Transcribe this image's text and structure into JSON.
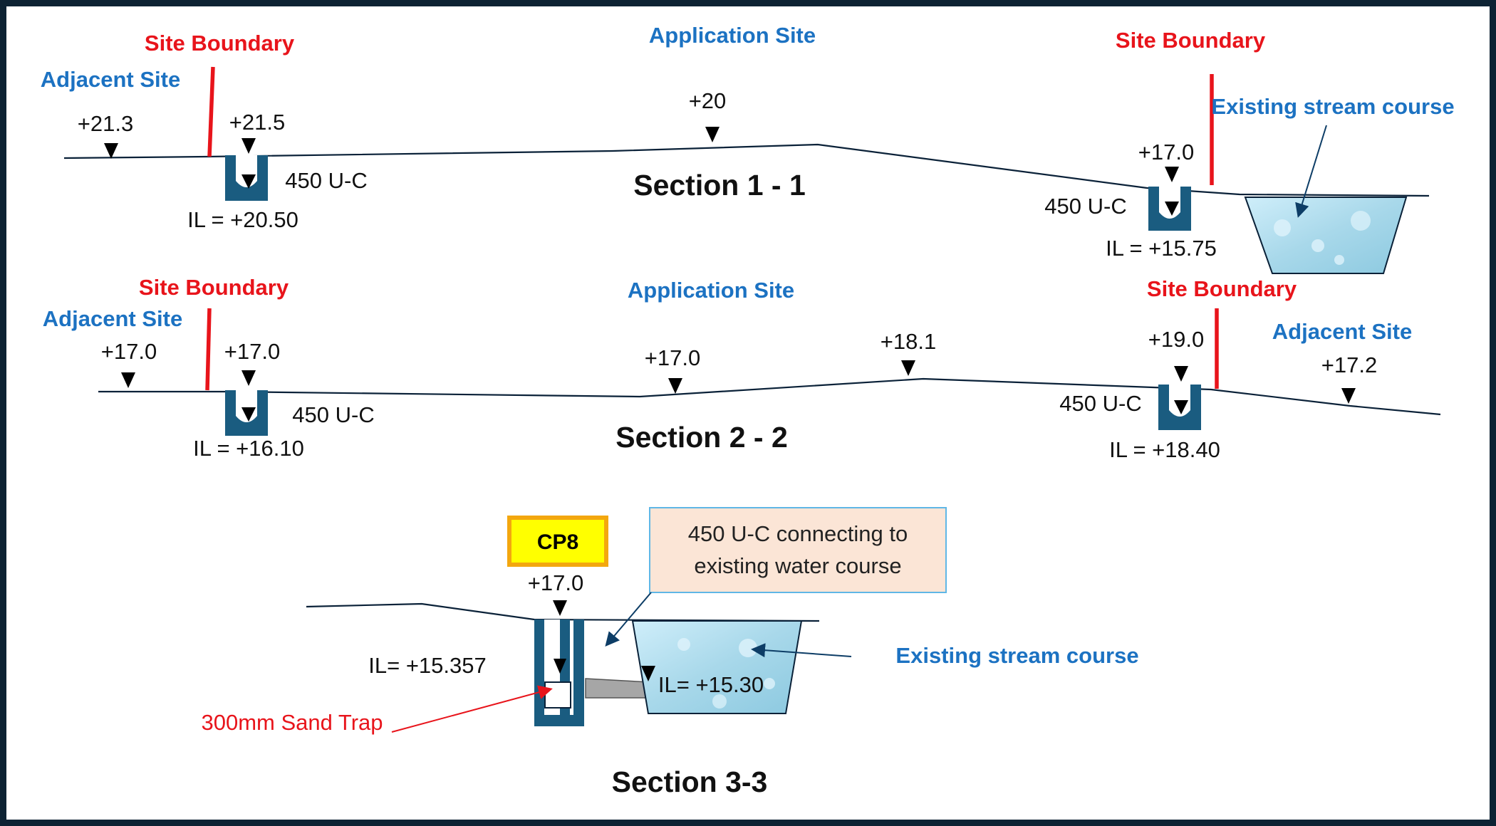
{
  "colors": {
    "frame": "#0d2233",
    "site_boundary": "#e8141b",
    "site_label": "#1c72c2",
    "channel": "#1a5c80",
    "water": "#a8d8ea",
    "callout_fill": "#fbe5d6",
    "callout_border": "#5fb7e6",
    "cp_fill": "#ffff00",
    "cp_border": "#f3a70f"
  },
  "icons": {
    "level_marker": "downward-triangle",
    "u_channel": "u-channel-section",
    "stream": "trapezoid-water-body"
  },
  "section1": {
    "title": "Section 1 - 1",
    "labels": {
      "site_boundary_left": "Site Boundary",
      "site_boundary_right": "Site Boundary",
      "application_site": "Application Site",
      "adjacent_site": "Adjacent Site",
      "existing_stream": "Existing stream course"
    },
    "levels": {
      "adjacent": "+21.3",
      "channel_left": "+21.5",
      "crest": "+20",
      "channel_right": "+17.0"
    },
    "channels": {
      "left_size": "450 U-C",
      "left_il": "IL = +20.50",
      "right_size": "450 U-C",
      "right_il": "IL = +15.75"
    }
  },
  "section2": {
    "title": "Section 2 - 2",
    "labels": {
      "site_boundary_left": "Site Boundary",
      "site_boundary_right": "Site Boundary",
      "application_site": "Application Site",
      "adjacent_site_left": "Adjacent Site",
      "adjacent_site_right": "Adjacent Site"
    },
    "levels": {
      "adjacent_left": "+17.0",
      "channel_left": "+17.0",
      "mid": "+17.0",
      "crest": "+18.1",
      "channel_right": "+19.0",
      "adjacent_right": "+17.2"
    },
    "channels": {
      "left_size": "450 U-C",
      "left_il": "IL = +16.10",
      "right_size": "450 U-C",
      "right_il": "IL = +18.40"
    }
  },
  "section3": {
    "title": "Section 3-3",
    "cp_label": "CP8",
    "level": "+17.0",
    "il_sand_trap": "IL= +15.357",
    "il_outlet": "IL= +15.30",
    "callout_line1": "450 U-C connecting to",
    "callout_line2": "existing water course",
    "existing_stream": "Existing stream course",
    "sand_trap": "300mm Sand Trap"
  }
}
